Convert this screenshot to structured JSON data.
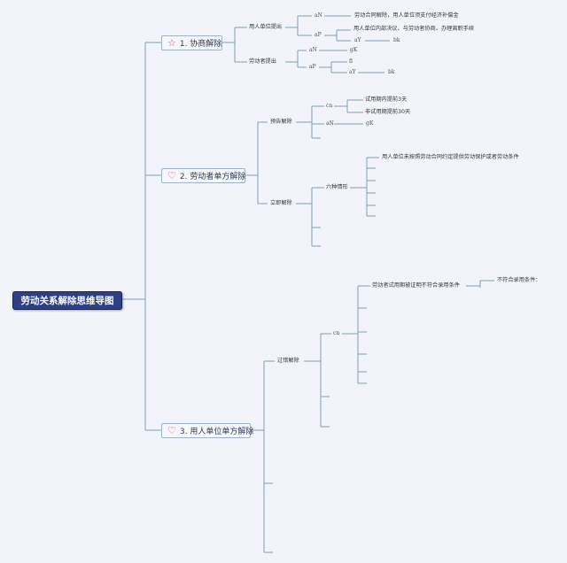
{
  "root": {
    "title": "劳动关系解除思维导图"
  },
  "branches": [
    {
      "label": "1. 协商解除",
      "icon": "star-icon",
      "children": [
        {
          "label": "用人单位提出",
          "children": [
            {
              "code": "aN",
              "leaves": [
                "劳动合同解除，用人单位须支付经济补偿金"
              ]
            },
            {
              "code": "aP",
              "leaves": [
                "用人单位内部决议、与劳动者协商、办理离职手续"
              ],
              "extra": {
                "code": "aY",
                "value": "bk"
              }
            }
          ]
        },
        {
          "label": "劳动者提出",
          "children": [
            {
              "code": "aN",
              "leaves": [
                "gK"
              ]
            },
            {
              "code": "aP",
              "leaves": [
                "fl"
              ],
              "extra": {
                "code": "aY",
                "value": "bk"
              }
            }
          ]
        }
      ]
    },
    {
      "label": "2. 劳动者单方解除",
      "icon": "heart-icon",
      "children": [
        {
          "label": "预告解除",
          "children": [
            {
              "code": "cn",
              "leaves": [
                "试用期内提前3天",
                "非试用期提前30天"
              ]
            },
            {
              "code": "aN",
              "leaves": [
                "gK"
              ]
            }
          ]
        },
        {
          "label": "立即解除",
          "children": [
            {
              "code": "六种情形",
              "leaves": [
                "用人单位未按照劳动合同约定提供劳动保护或者劳动条件"
              ]
            }
          ]
        }
      ]
    },
    {
      "label": "3. 用人单位单方解除",
      "icon": "heart-icon",
      "children": [
        {
          "label": "过错解除",
          "children": [
            {
              "code": "cn",
              "leaves": [
                "劳动者试用期被证明不符合录用条件"
              ],
              "sub": "不符合录用条件："
            }
          ]
        }
      ]
    }
  ]
}
